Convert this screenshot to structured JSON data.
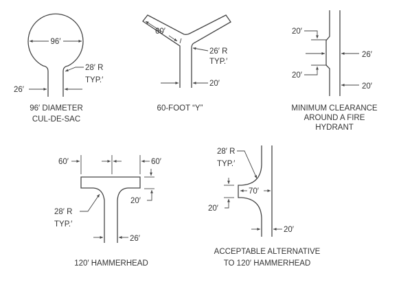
{
  "colors": {
    "line": "#444444",
    "text": "#333333",
    "background": "#ffffff"
  },
  "cul_de_sac": {
    "diameter": "96′",
    "radius": "28′ R",
    "typ": "TYP.′",
    "width": "26′",
    "caption_1": "96′ DIAMETER",
    "caption_2": "CUL-DE-SAC"
  },
  "y_turn": {
    "arm": "60′",
    "radius": "26′ R",
    "typ": "TYP.′",
    "width": "20′",
    "caption": "60-FOOT “Y”"
  },
  "hydrant": {
    "top": "20′",
    "bottom": "20′",
    "width": "26′",
    "road": "20′",
    "caption_1": "MINIMUM CLEARANCE",
    "caption_2": "AROUND A FIRE",
    "caption_3": "HYDRANT"
  },
  "hammerhead": {
    "left": "60′",
    "right": "60′",
    "depth": "20′",
    "radius": "28′ R",
    "typ": "TYP.′",
    "width": "26′",
    "caption": "120′ HAMMERHEAD"
  },
  "alternative": {
    "radius": "28′ R",
    "typ": "TYP.′",
    "length": "70′",
    "depth": "20′",
    "width": "20′",
    "caption_1": "ACCEPTABLE ALTERNATIVE",
    "caption_2": "TO 120′ HAMMERHEAD"
  }
}
